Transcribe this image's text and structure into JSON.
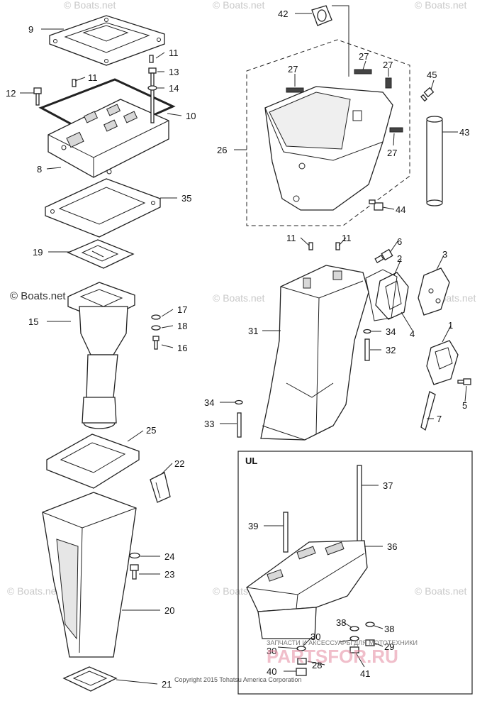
{
  "callouts": {
    "c1": "1",
    "c2": "2",
    "c3": "3",
    "c4": "4",
    "c5": "5",
    "c6": "6",
    "c7": "7",
    "c8": "8",
    "c9": "9",
    "c10": "10",
    "c11a": "11",
    "c11b": "11",
    "c11c": "11",
    "c11d": "11",
    "c12": "12",
    "c13": "13",
    "c14": "14",
    "c15": "15",
    "c16": "16",
    "c17": "17",
    "c18": "18",
    "c19": "19",
    "c20": "20",
    "c21": "21",
    "c22": "22",
    "c23": "23",
    "c24": "24",
    "c25": "25",
    "c26": "26",
    "c27a": "27",
    "c27b": "27",
    "c27c": "27",
    "c27d": "27",
    "c28": "28",
    "c29": "29",
    "c30a": "30",
    "c30b": "30",
    "c31": "31",
    "c32": "32",
    "c33": "33",
    "c34a": "34",
    "c34b": "34",
    "c35": "35",
    "c36": "36",
    "c37": "37",
    "c38a": "38",
    "c38b": "38",
    "c39": "39",
    "c40": "40",
    "c41": "41",
    "c42": "42",
    "c43": "43",
    "c44": "44",
    "c45": "45"
  },
  "ul_box_label": "UL",
  "watermark_main": "© Boats.net",
  "watermark_faint": "© Boats.net",
  "copyright": "Copyright 2015 Tohatsu America Corporation",
  "site_tagline": "ЗАПЧАСТИ И АКСЕССУАРЫ ДЛЯ МОТОТЕХНИКИ",
  "site_logo": "PARTSFOR.RU"
}
